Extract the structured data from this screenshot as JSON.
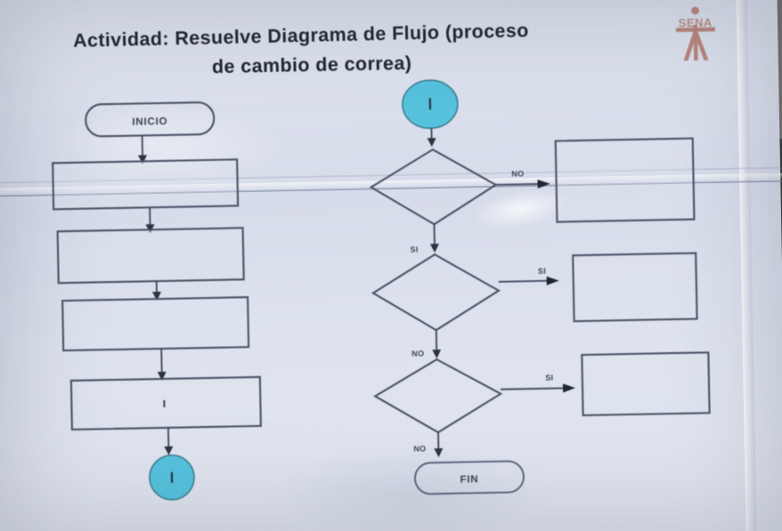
{
  "document": {
    "title_line1": "Actividad: Resuelve Diagrama de Flujo (proceso",
    "title_line2": "de cambio de correa)",
    "institution_logo_text": "SENA"
  },
  "flowchart_left": {
    "start_terminator": "INICIO",
    "process_boxes": [
      "",
      "",
      "",
      ""
    ],
    "end_connector": "",
    "connector_is_filled_circle": true
  },
  "flowchart_right": {
    "entry_connector": "",
    "decisions": [
      {
        "text": "",
        "branch_right_label": "NO",
        "branch_down_label": "SI"
      },
      {
        "text": "",
        "branch_right_label": "SI",
        "branch_down_label": "NO"
      },
      {
        "text": "",
        "branch_right_label": "SI",
        "branch_down_label": "NO"
      }
    ],
    "result_boxes": [
      "",
      "",
      ""
    ],
    "end_terminator": "FIN"
  },
  "colors": {
    "paper": "#dde2ee",
    "ink": "#4b5367",
    "connector_circle": "#56c2de",
    "logo": "#b98a83",
    "title_text": "#20262e"
  }
}
